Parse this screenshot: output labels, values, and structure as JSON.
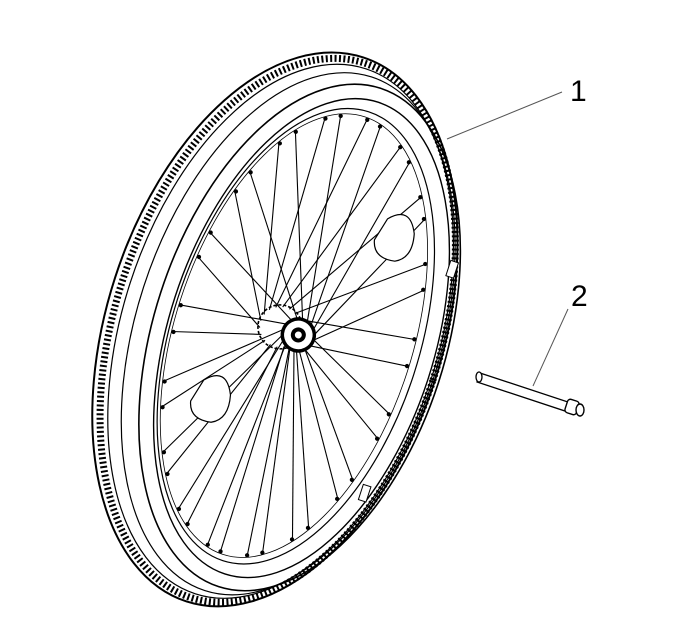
{
  "callouts": [
    {
      "number": "1",
      "part": "wheel"
    },
    {
      "number": "2",
      "part": "axle"
    }
  ],
  "colors": {
    "line": "#000000",
    "leader": "#555555",
    "background": "#ffffff"
  }
}
